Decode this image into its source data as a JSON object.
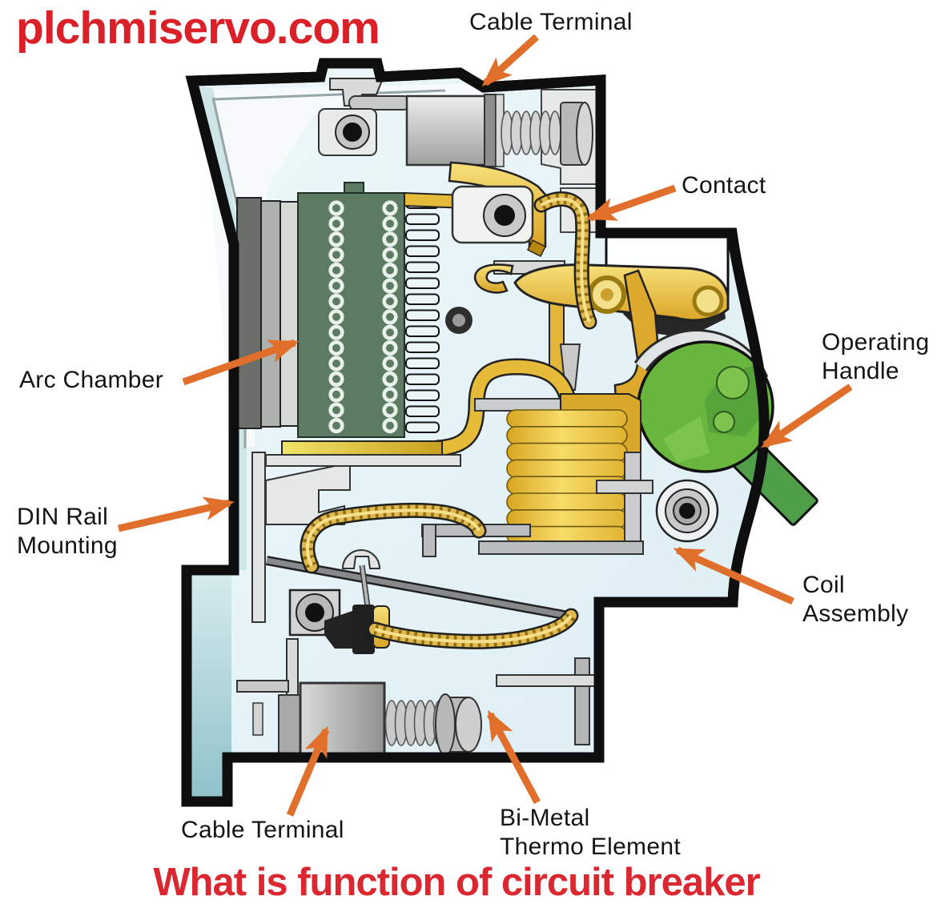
{
  "site": {
    "name": "plchmiservo.com"
  },
  "footer_title": "What is function of circuit breaker",
  "labels": {
    "cable_terminal_top": "Cable Terminal",
    "contact": "Contact",
    "operating_handle": [
      "Operating",
      "Handle"
    ],
    "arc_chamber": "Arc Chamber",
    "din_rail_mounting": [
      "DIN Rail",
      "Mounting"
    ],
    "coil_assembly": [
      "Coil",
      "Assembly"
    ],
    "cable_terminal_bottom": "Cable Terminal",
    "bimetal_thermo_element": [
      "Bi-Metal",
      "Thermo Element"
    ]
  },
  "colors": {
    "brand_red": "#da2730",
    "label_black": "#141414",
    "arrow_orange": "#df6f2b",
    "case_interior_blue": "#e6f3f8",
    "teal_edge": "#9ccbd2",
    "arc_chamber_green": "#5d7a63",
    "conductor_gold": "#e7bb3a",
    "coil_yellow": "#f0cc4e",
    "handle_green": "#68b63d",
    "outline_black": "#0e0e0e"
  }
}
